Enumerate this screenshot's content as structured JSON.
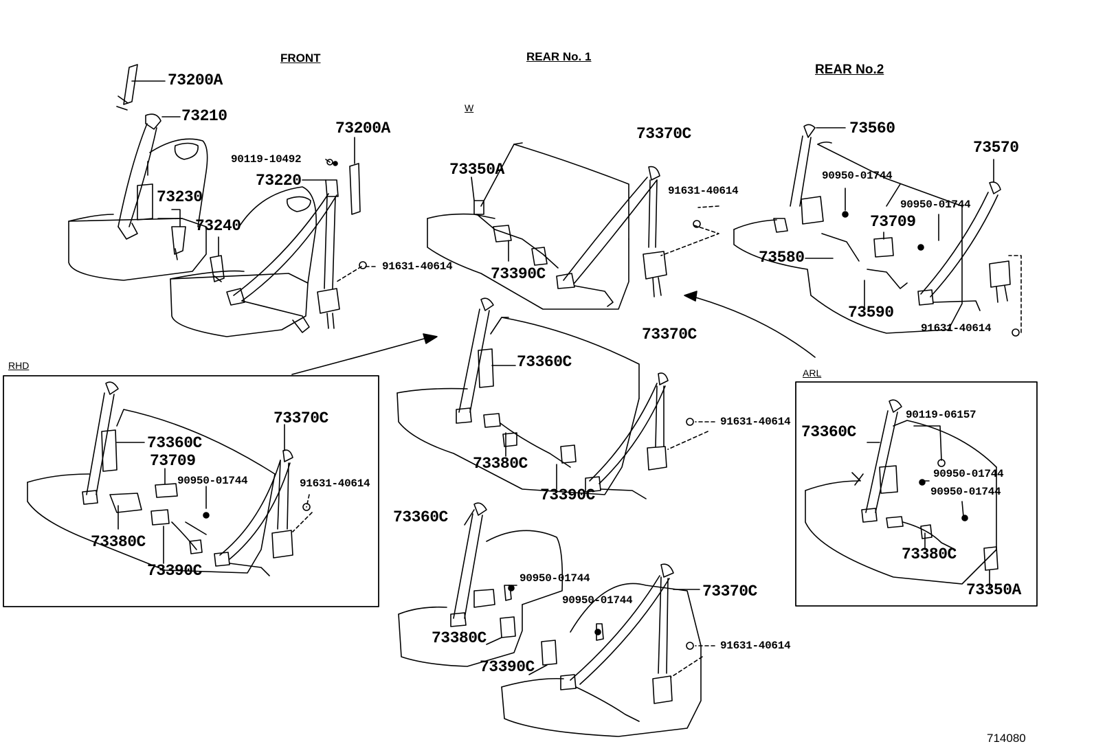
{
  "sections": {
    "front": "FRONT",
    "rear1": "REAR No. 1",
    "rear2": "REAR No.2",
    "w": "W",
    "rhd": "RHD",
    "arl": "ARL"
  },
  "parts": {
    "p73200A": "73200A",
    "p73210": "73210",
    "p73230": "73230",
    "p73240": "73240",
    "p73220": "73220",
    "p73200A_b": "73200A",
    "p90119_10492": "90119-10492",
    "p91631_40614_front": "91631-40614",
    "p73350A_w": "73350A",
    "p73370C_w": "73370C",
    "p91631_40614_w": "91631-40614",
    "p73390C_w": "73390C",
    "p73560": "73560",
    "p73570": "73570",
    "p90950_01744_r2a": "90950-01744",
    "p90950_01744_r2b": "90950-01744",
    "p73709_r2": "73709",
    "p73580": "73580",
    "p73590": "73590",
    "p91631_40614_r2": "91631-40614",
    "p73360C_mid": "73360C",
    "p73370C_mid": "73370C",
    "p91631_40614_mid": "91631-40614",
    "p73380C_mid": "73380C",
    "p73390C_mid": "73390C",
    "p73370C_rhd": "73370C",
    "p73360C_rhd": "73360C",
    "p73709_rhd": "73709",
    "p90950_01744_rhd": "90950-01744",
    "p91631_40614_rhd": "91631-40614",
    "p73380C_rhd": "73380C",
    "p73390C_rhd": "73390C",
    "p73360C_arl": "73360C",
    "p90119_06157": "90119-06157",
    "p90950_01744_arl_a": "90950-01744",
    "p90950_01744_arl_b": "90950-01744",
    "p73380C_arl": "73380C",
    "p73350A_arl": "73350A",
    "p73360C_bot": "73360C",
    "p90950_01744_bot_a": "90950-01744",
    "p90950_01744_bot_b": "90950-01744",
    "p73370C_bot": "73370C",
    "p91631_40614_bot": "91631-40614",
    "p73380C_bot": "73380C",
    "p73390C_bot": "73390C"
  },
  "figure_ref": "714080"
}
